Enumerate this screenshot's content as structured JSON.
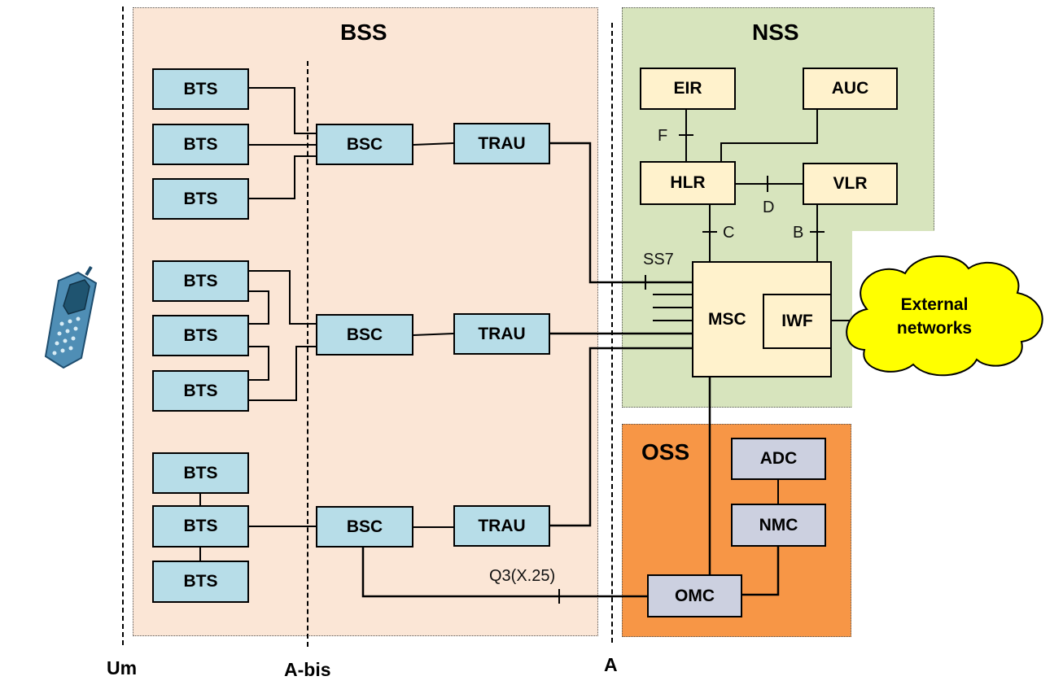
{
  "regions": {
    "bss": "BSS",
    "nss": "NSS",
    "oss": "OSS"
  },
  "interfaces": {
    "um": "Um",
    "abis": "A-bis",
    "a": "A"
  },
  "bts": [
    "BTS",
    "BTS",
    "BTS",
    "BTS",
    "BTS",
    "BTS",
    "BTS",
    "BTS",
    "BTS"
  ],
  "bsc": [
    "BSC",
    "BSC",
    "BSC"
  ],
  "trau": [
    "TRAU",
    "TRAU",
    "TRAU"
  ],
  "nss_nodes": {
    "eir": "EIR",
    "auc": "AUC",
    "hlr": "HLR",
    "vlr": "VLR",
    "msc": "MSC",
    "iwf": "IWF"
  },
  "oss_nodes": {
    "adc": "ADC",
    "nmc": "NMC",
    "omc": "OMC"
  },
  "links": {
    "f": "F",
    "d": "D",
    "c": "C",
    "b": "B",
    "ss7": "SS7",
    "q3": "Q3(X.25)"
  },
  "external": [
    "External",
    "networks"
  ],
  "colors": {
    "bss": "#fbe6d6",
    "nss": "#d7e4bd",
    "oss": "#f79646",
    "bts": "#b7dde8",
    "nss_box": "#fff2cc",
    "oss_box": "#ccd0e0",
    "cloud": "#ffff00"
  }
}
